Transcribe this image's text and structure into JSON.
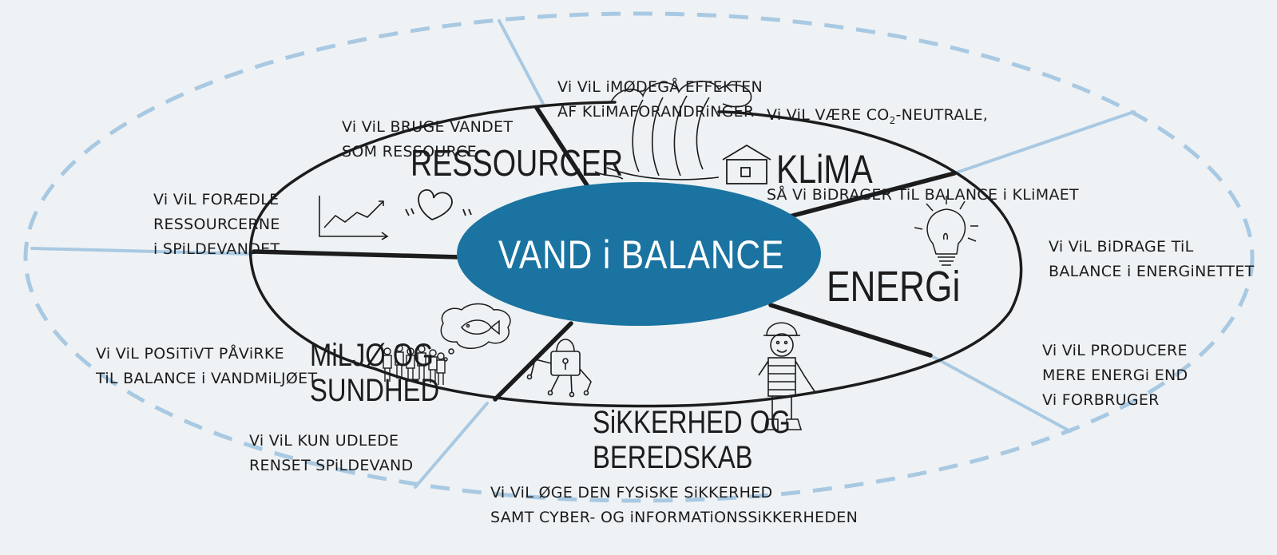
{
  "center": {
    "title": "VAND i BALANCE"
  },
  "categories": {
    "ressourcer": "RESSOURCER",
    "klima": "KLiMA",
    "energi": "ENERGi",
    "sikkerhed": [
      "SiKKERHED OG",
      "BEREDSKAB"
    ],
    "miljo": [
      "MiLJØ OG",
      "SUNDHED"
    ]
  },
  "goals": {
    "klimaeffekt": [
      "Vi ViL iMØDEGÅ EFFEKTEN",
      "AF KLiMAFORANDRiNGER"
    ],
    "co2": {
      "line1_before": "Vi ViL VÆRE CO",
      "line1_sub": "2",
      "line1_after": "-NEUTRALE,",
      "line2": "SÅ Vi BiDRAGER TiL BALANCE i KLiMAET"
    },
    "vandressource": [
      "Vi ViL BRUGE VANDET",
      "SOM RESSOURCE"
    ],
    "foraedle": [
      "Vi ViL FORÆDLE",
      "RESSOURCERNE",
      "i SPiLDEVANDET"
    ],
    "energinet": [
      "Vi ViL BiDRAGE TiL",
      "BALANCE i ENERGiNETTET"
    ],
    "producere": [
      "Vi ViL PRODUCERE",
      "MERE ENERGi END",
      "Vi FORBRUGER"
    ],
    "vandmiljo": [
      "Vi ViL POSiTiVT PÅViRKE",
      "TiL BALANCE i VANDMiLJØET"
    ],
    "renset": [
      "Vi ViL KUN UDLEDE",
      "RENSET SPiLDEVAND"
    ],
    "sikkerhed": [
      "Vi ViL ØGE DEN FYSiSKE SiKKERHED",
      "SAMT CYBER- OG iNFORMATiONSSiKKERHEDEN"
    ]
  },
  "colors": {
    "background": "#eef2f5",
    "center_fill": "#1a73a0",
    "outer_dash": "#a9c9e2",
    "ink": "#1c1c1c"
  },
  "icons": [
    "wave-icon",
    "house-icon",
    "lightbulb-icon",
    "worker-icon",
    "padlock-icon",
    "people-icon",
    "fish-thought-icon",
    "graph-icon",
    "heart-icon"
  ]
}
